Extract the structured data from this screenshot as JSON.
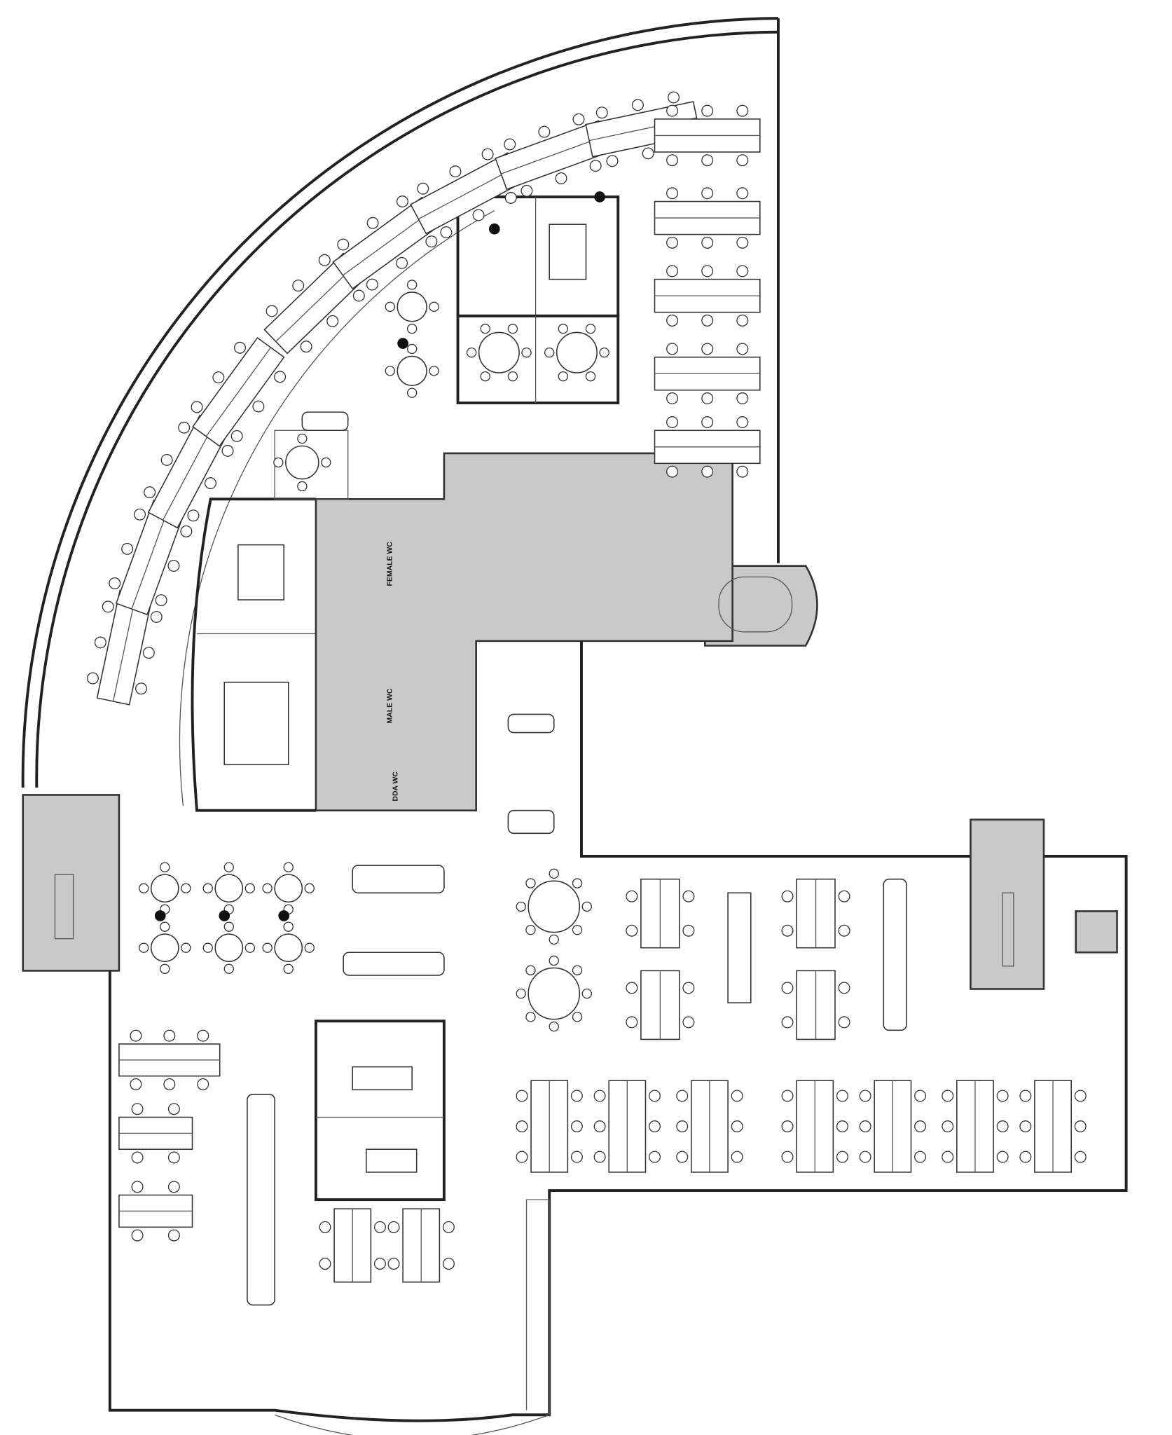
{
  "rooms": {
    "female_wc": "FEMALE WC",
    "male_wc": "MALE WC",
    "dda_wc": "DDA WC"
  },
  "colors": {
    "core_fill": "#c9c9c9",
    "wall": "#222222",
    "background": "#ffffff"
  }
}
